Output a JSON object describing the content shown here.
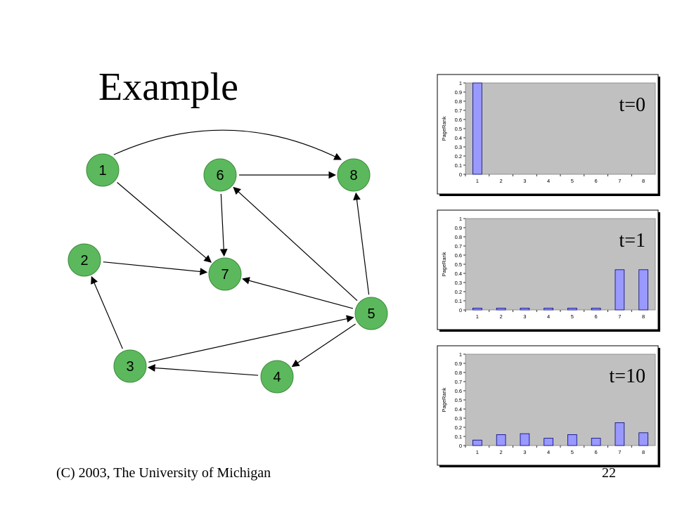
{
  "slide": {
    "title": "Example",
    "footer": "(C) 2003, The University of Michigan",
    "page_number": "22"
  },
  "colors": {
    "node_fill": "#5cb85c",
    "node_stroke": "#3d8b3d",
    "plot_bg": "#c0c0c0",
    "bar_fill": "#9999ff",
    "bar_stroke": "#000080"
  },
  "graph": {
    "nodes": [
      {
        "id": "1",
        "label": "1"
      },
      {
        "id": "2",
        "label": "2"
      },
      {
        "id": "3",
        "label": "3"
      },
      {
        "id": "4",
        "label": "4"
      },
      {
        "id": "5",
        "label": "5"
      },
      {
        "id": "6",
        "label": "6"
      },
      {
        "id": "7",
        "label": "7"
      },
      {
        "id": "8",
        "label": "8"
      }
    ],
    "edges": [
      {
        "from": "1",
        "to": "8"
      },
      {
        "from": "1",
        "to": "7"
      },
      {
        "from": "6",
        "to": "8"
      },
      {
        "from": "6",
        "to": "7"
      },
      {
        "from": "2",
        "to": "7"
      },
      {
        "from": "5",
        "to": "7"
      },
      {
        "from": "5",
        "to": "6"
      },
      {
        "from": "5",
        "to": "8"
      },
      {
        "from": "5",
        "to": "4"
      },
      {
        "from": "3",
        "to": "5"
      },
      {
        "from": "3",
        "to": "2"
      },
      {
        "from": "4",
        "to": "3"
      }
    ]
  },
  "chart_data": [
    {
      "type": "bar",
      "annotation": "t=0",
      "ylabel": "PageRank",
      "categories": [
        "1",
        "2",
        "3",
        "4",
        "5",
        "6",
        "7",
        "8"
      ],
      "values": [
        1.0,
        0,
        0,
        0,
        0,
        0,
        0,
        0
      ],
      "ylim": [
        0,
        1
      ],
      "yticks": [
        "0",
        "0.1",
        "0.2",
        "0.3",
        "0.4",
        "0.5",
        "0.6",
        "0.7",
        "0.8",
        "0.9",
        "1"
      ],
      "grid": false
    },
    {
      "type": "bar",
      "annotation": "t=1",
      "ylabel": "PageRank",
      "categories": [
        "1",
        "2",
        "3",
        "4",
        "5",
        "6",
        "7",
        "8"
      ],
      "values": [
        0.02,
        0.02,
        0.02,
        0.02,
        0.02,
        0.02,
        0.44,
        0.44
      ],
      "ylim": [
        0,
        1
      ],
      "yticks": [
        "0",
        "0.1",
        "0.2",
        "0.3",
        "0.4",
        "0.5",
        "0.6",
        "0.7",
        "0.8",
        "0.9",
        "1"
      ],
      "grid": false
    },
    {
      "type": "bar",
      "annotation": "t=10",
      "ylabel": "PageRank",
      "categories": [
        "1",
        "2",
        "3",
        "4",
        "5",
        "6",
        "7",
        "8"
      ],
      "values": [
        0.06,
        0.12,
        0.13,
        0.08,
        0.12,
        0.08,
        0.25,
        0.14
      ],
      "ylim": [
        0,
        1
      ],
      "yticks": [
        "0",
        "0.1",
        "0.2",
        "0.3",
        "0.4",
        "0.5",
        "0.6",
        "0.7",
        "0.8",
        "0.9",
        "1"
      ],
      "grid": false
    }
  ]
}
